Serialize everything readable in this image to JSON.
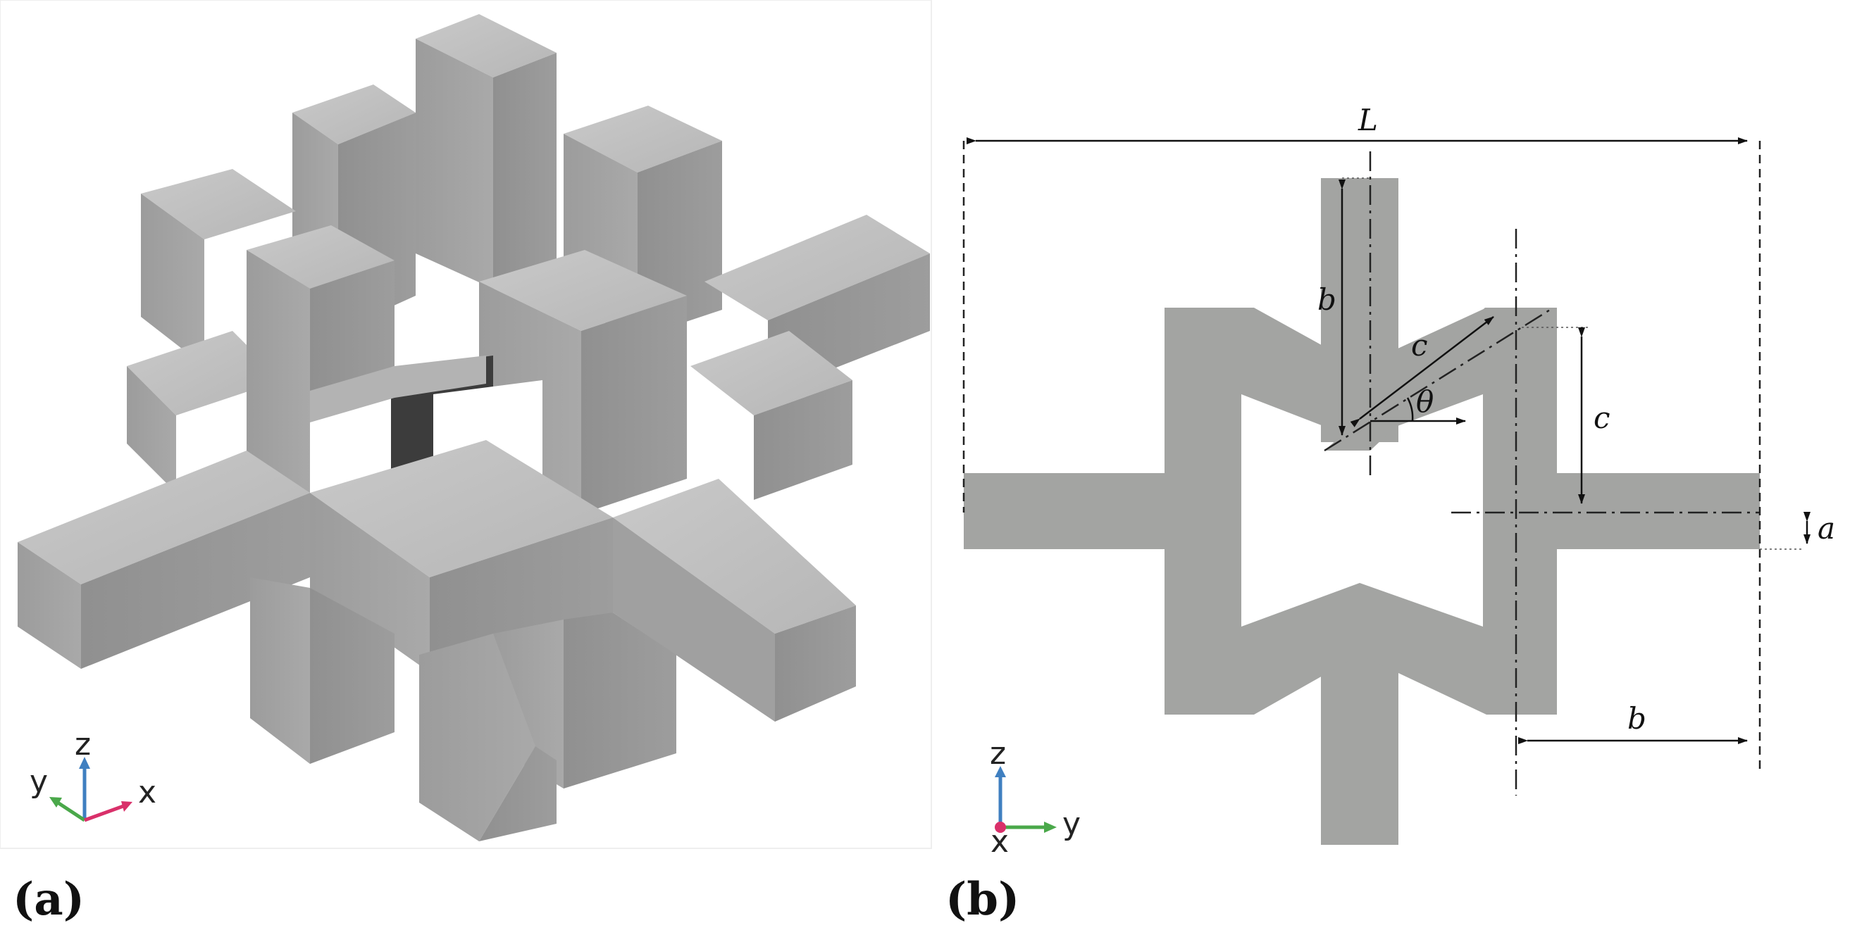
{
  "panel_a": {
    "caption": "(a)",
    "axes": {
      "z": "z",
      "y": "y",
      "x": "x"
    },
    "colors": {
      "z": "#3f7fc0",
      "y": "#4aa84a",
      "x": "#d9306a",
      "body": "#a7a7a7"
    }
  },
  "panel_b": {
    "caption": "(b)",
    "dims": {
      "L": "L",
      "b_top": "b",
      "c_diag": "c",
      "theta": "θ",
      "c_right": "c",
      "a": "a",
      "b_bottom": "b"
    },
    "axes": {
      "z": "z",
      "y": "y",
      "x": "x"
    },
    "colors": {
      "shape": "#a3a4a2",
      "z": "#3f7fc0",
      "y": "#4aa84a",
      "x": "#d9306a"
    }
  }
}
